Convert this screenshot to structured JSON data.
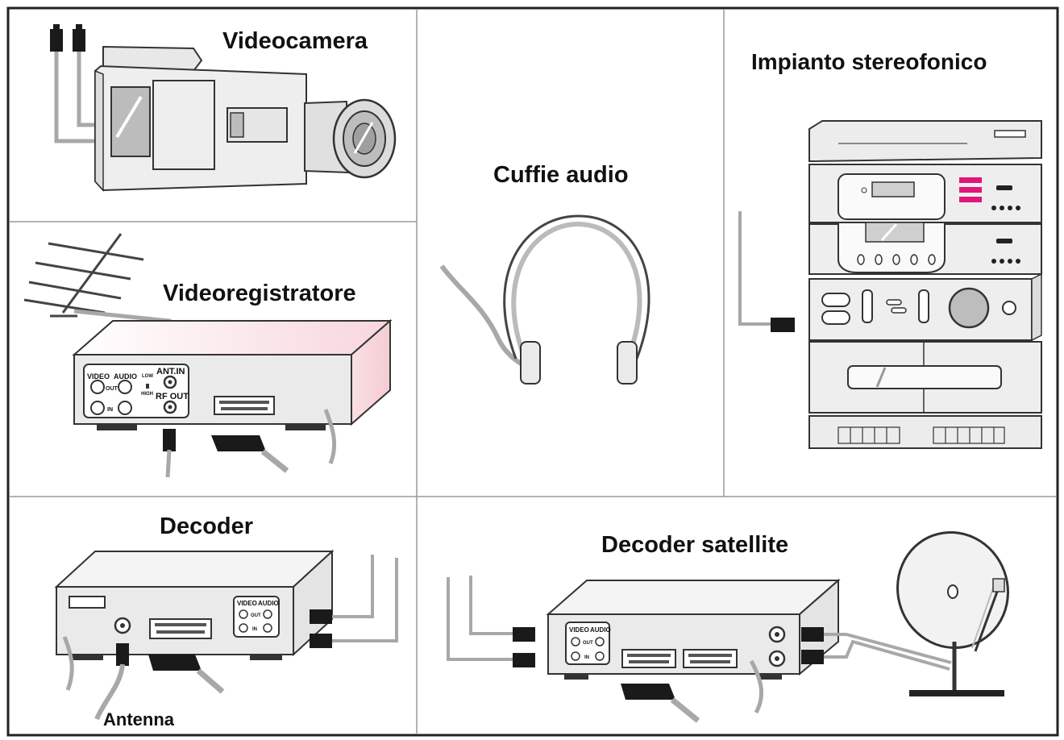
{
  "panels": {
    "videocamera": {
      "title": "Videocamera"
    },
    "cuffie": {
      "title": "Cuffie audio"
    },
    "stereo": {
      "title": "Impianto stereofonico"
    },
    "videoregistratore": {
      "title": "Videoregistratore",
      "jack_video": "VIDEO",
      "jack_audio": "AUDIO",
      "jack_out": "OUT",
      "jack_in": "IN",
      "ant_in": "ANT.IN",
      "rf_out": "RF OUT",
      "low": "LOW",
      "high": "HIGH"
    },
    "decoder": {
      "title": "Decoder",
      "antenna": "Antenna",
      "jack_video": "VIDEO",
      "jack_audio": "AUDIO",
      "jack_out": "OUT",
      "jack_in": "IN"
    },
    "satellite": {
      "title": "Decoder satellite",
      "jack_video": "VIDEO",
      "jack_audio": "AUDIO",
      "jack_out": "OUT",
      "jack_in": "IN"
    }
  },
  "colors": {
    "border": "#222222",
    "grid": "#9a9a9a",
    "device_fill": "#f0f0f0",
    "device_stroke": "#333333",
    "cable": "#a8a8a8",
    "pink_tint": "#f7d6dc",
    "accent_buttons": "#e2157a"
  }
}
